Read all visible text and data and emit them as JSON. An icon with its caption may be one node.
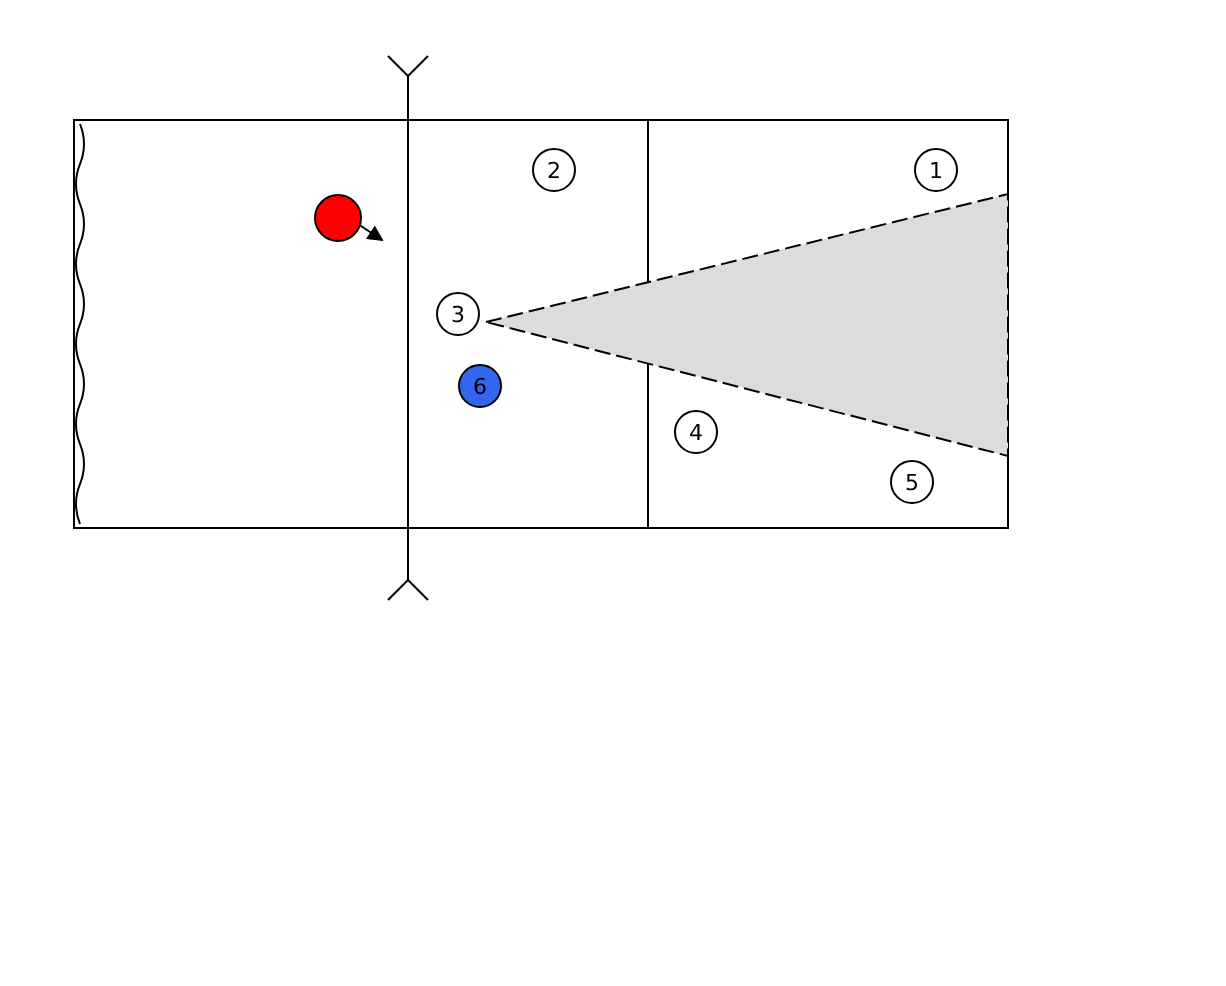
{
  "diagram": {
    "nodes": [
      {
        "text": [
          "2"
        ]
      },
      {
        "text": [
          "1"
        ]
      },
      {
        "text": [],
        "shape": "circle"
      },
      {
        "text": [
          "3"
        ]
      },
      {
        "text": [
          "6"
        ]
      },
      {
        "text": [
          "4"
        ]
      },
      {
        "text": [
          "5"
        ]
      }
    ]
  }
}
